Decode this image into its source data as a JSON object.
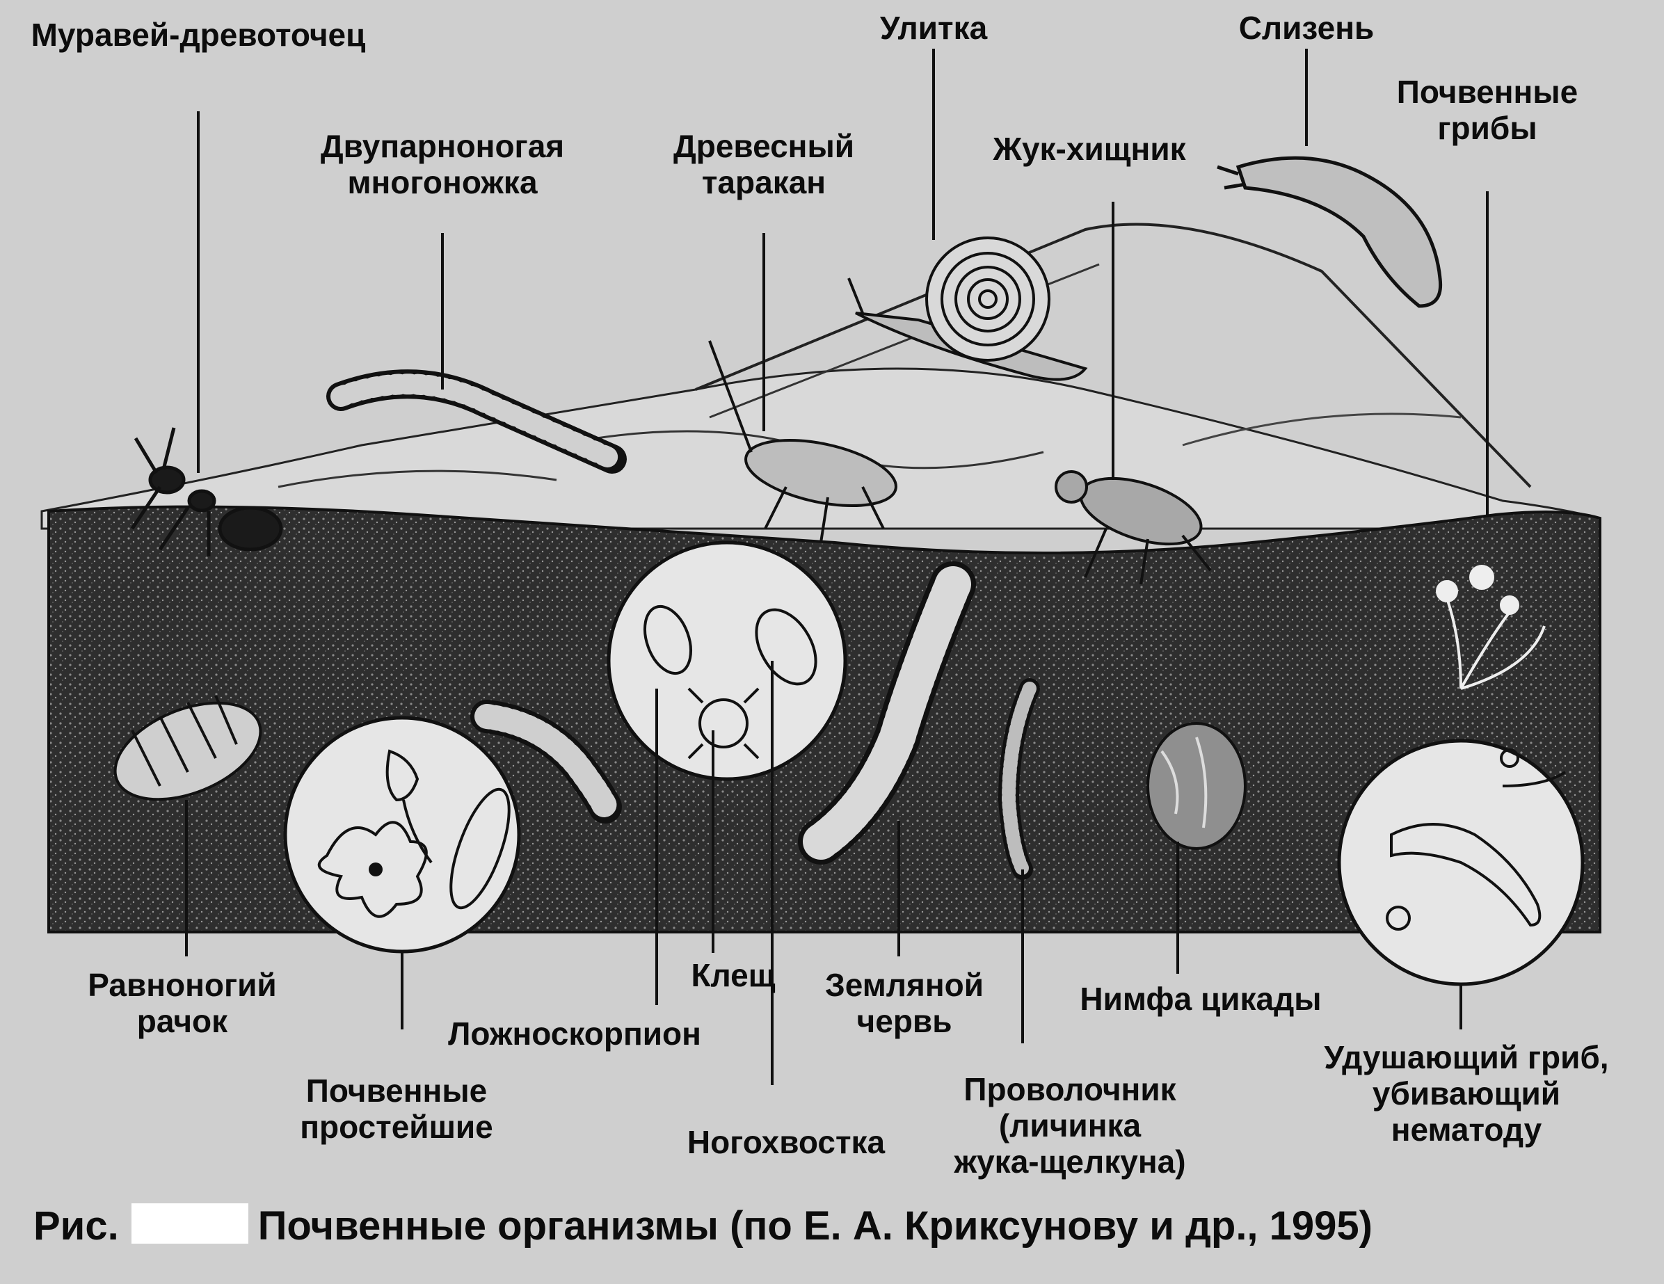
{
  "labels": {
    "ant": "Муравей-древоточец",
    "millipede": [
      "Двупарноногая",
      "многоножка"
    ],
    "cockroach": [
      "Древесный",
      "таракан"
    ],
    "snail": "Улитка",
    "beetle": "Жук-хищник",
    "slug": "Слизень",
    "soil_fungi": [
      "Почвенные",
      "грибы"
    ],
    "isopod": [
      "Равноногий",
      "рачок"
    ],
    "protozoa": [
      "Почвенные",
      "простейшие"
    ],
    "pseudoscorpion": "Ложноскорпион",
    "mite": "Клещ",
    "springtail": "Ногохвостка",
    "earthworm": [
      "Земляной",
      "червь"
    ],
    "wireworm": [
      "Проволочник",
      "(личинка",
      "жука-щелкуна)"
    ],
    "cicada_nymph": "Нимфа цикады",
    "strangling_fungus": [
      "Удушающий гриб,",
      "убивающий",
      "нематоду"
    ]
  },
  "caption": {
    "prefix": "Рис.",
    "text": "Почвенные организмы (по Е. А. Криксунову и др., 1995)"
  },
  "colors": {
    "paper": "#cfcfcf",
    "ink": "#0c0c0c",
    "soil": "#2b2b2b",
    "redaction": "#ffffff"
  }
}
